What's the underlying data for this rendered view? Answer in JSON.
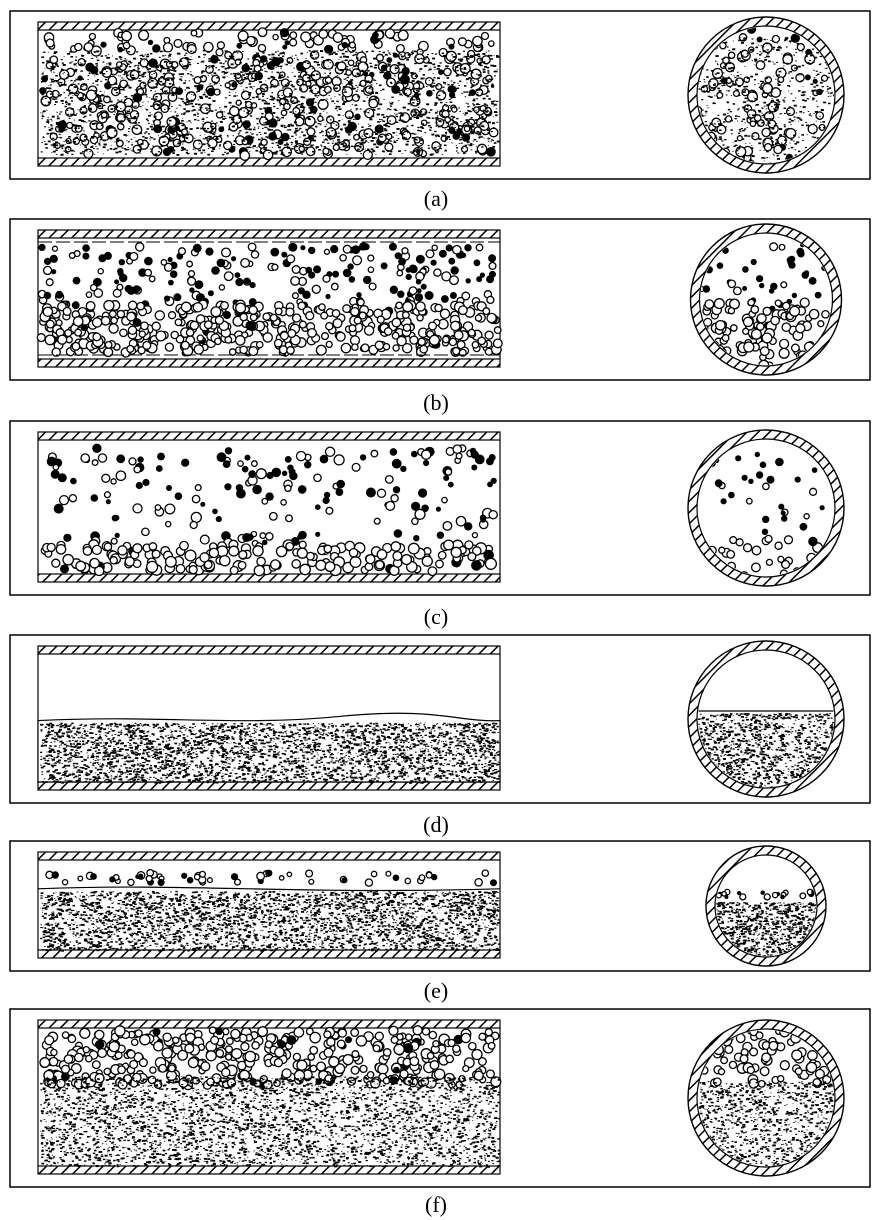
{
  "figure": {
    "panels": [
      {
        "id": "a",
        "label": "(a)",
        "pattern": "full-dispersed"
      },
      {
        "id": "b",
        "label": "(b)",
        "pattern": "dense-bottom-dispersed-top"
      },
      {
        "id": "c",
        "label": "(c)",
        "pattern": "sparse-dispersed"
      },
      {
        "id": "d",
        "label": "(d)",
        "pattern": "stratified-liquid-bottom"
      },
      {
        "id": "e",
        "label": "(e)",
        "pattern": "stratified-with-droplets"
      },
      {
        "id": "f",
        "label": "(f)",
        "pattern": "top-droplets-dense-bottom"
      }
    ]
  }
}
